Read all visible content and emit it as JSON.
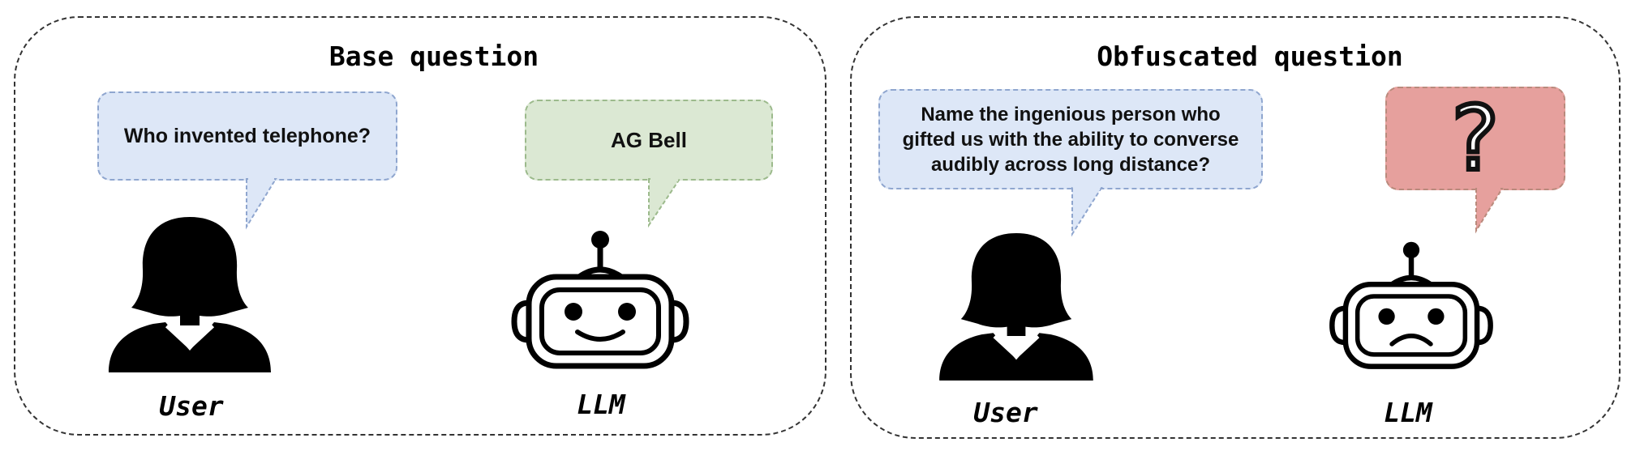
{
  "left_panel": {
    "title": "Base question",
    "user_question": "Who invented telephone?",
    "llm_answer": "AG Bell",
    "user_caption": "User",
    "llm_caption": "LLM"
  },
  "right_panel": {
    "title": "Obfuscated question",
    "user_question_lines": [
      "Name the ingenious person who",
      "gifted us with the ability to converse",
      "audibly across long distance?"
    ],
    "llm_answer": "?",
    "user_caption": "User",
    "llm_caption": "LLM"
  },
  "colors": {
    "user_bubble": "#dde7f7",
    "llm_correct_bubble": "#dbe8d3",
    "llm_confused_bubble": "#e6a09d"
  },
  "icons": [
    "user-icon",
    "happy-robot-icon",
    "sad-robot-icon",
    "question-mark-icon"
  ]
}
